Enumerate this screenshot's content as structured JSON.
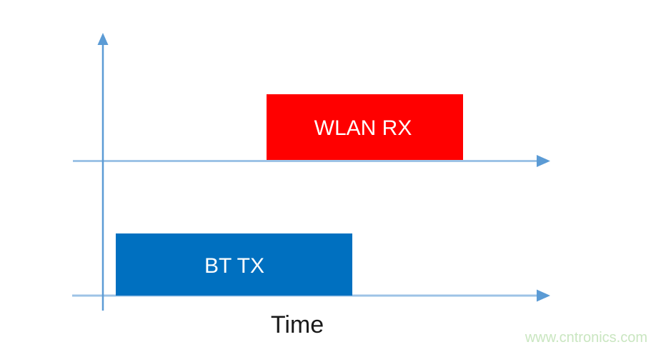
{
  "diagram": {
    "xlabel": "Time",
    "watermark": "www.cntronics.com",
    "colors": {
      "background": "#FFFFFF",
      "axis_line": "#9DC3E6",
      "axis_accent": "#5B9BD5",
      "wlan_fill": "#FF0000",
      "bt_fill": "#0070C0",
      "bar_text": "#FFFFFF",
      "time_text": "#1A1A1A",
      "watermark_text": "#C9E6C0"
    },
    "bars": [
      {
        "id": "wlan-rx",
        "label": "WLAN RX",
        "fill": "#FF0000",
        "text_color": "#FFFFFF"
      },
      {
        "id": "bt-tx",
        "label": "BT TX",
        "fill": "#0070C0",
        "text_color": "#FFFFFF"
      }
    ]
  },
  "chart_data": {
    "type": "timeline",
    "title": "",
    "xlabel": "Time",
    "ylabel": "",
    "legend": [],
    "rows": [
      {
        "name": "WLAN RX",
        "axis": "upper",
        "start_frac": 0.37,
        "end_frac": 0.8,
        "color": "#FF0000"
      },
      {
        "name": "BT TX",
        "axis": "lower",
        "start_frac": 0.03,
        "end_frac": 0.56,
        "color": "#0070C0"
      }
    ]
  }
}
